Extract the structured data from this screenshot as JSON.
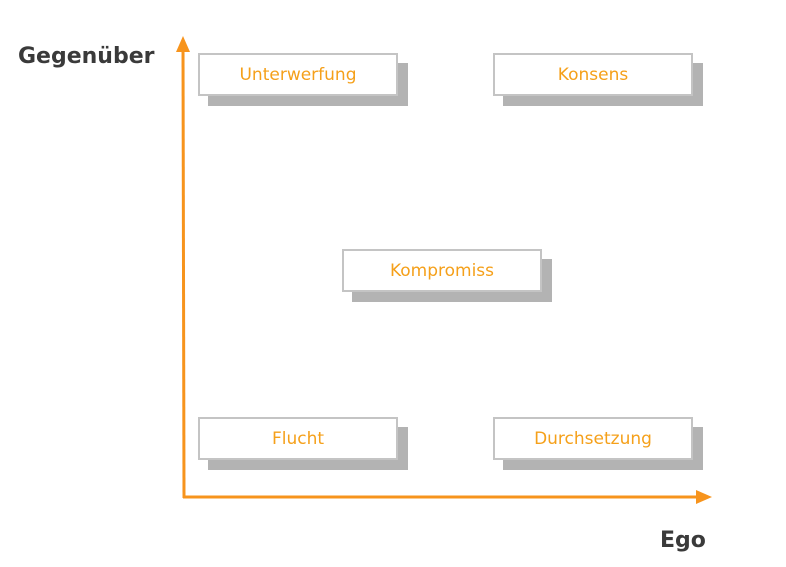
{
  "axes": {
    "y_label": "Gegenüber",
    "x_label": "Ego",
    "color": "#f7941d"
  },
  "boxes": {
    "unterwerfung": "Unterwerfung",
    "konsens": "Konsens",
    "kompromiss": "Kompromiss",
    "flucht": "Flucht",
    "durchsetzung": "Durchsetzung"
  }
}
